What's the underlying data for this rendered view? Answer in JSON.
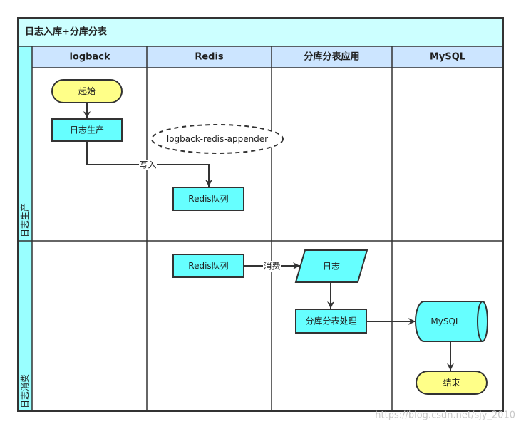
{
  "title": "日志入库+分库分表",
  "columns": [
    {
      "label": "logback"
    },
    {
      "label": "Redis"
    },
    {
      "label": "分库分表应用"
    },
    {
      "label": "MySQL"
    }
  ],
  "lanes": [
    {
      "label": "日志生产"
    },
    {
      "label": "日志消费"
    }
  ],
  "nodes": {
    "start": {
      "label": "起始"
    },
    "log_produce": {
      "label": "日志生产"
    },
    "appender": {
      "label": "logback-redis-appender"
    },
    "redis_queue_write": {
      "label": "Redis队列"
    },
    "redis_queue_read": {
      "label": "Redis队列"
    },
    "log": {
      "label": "日志"
    },
    "shard_process": {
      "label": "分库分表处理"
    },
    "mysql": {
      "label": "MySQL"
    },
    "end": {
      "label": "结束"
    }
  },
  "edges": {
    "write": {
      "label": "写入"
    },
    "consume": {
      "label": "消费"
    }
  },
  "colors": {
    "title_bar": "#CCFFFF",
    "column_header": "#CCE5FF",
    "lane_strip": "#99FFFF",
    "process": "#66FFFF",
    "terminator": "#FFFF88",
    "line": "#333333"
  },
  "watermark": "https://blog.csdn.net/sjy_2010"
}
